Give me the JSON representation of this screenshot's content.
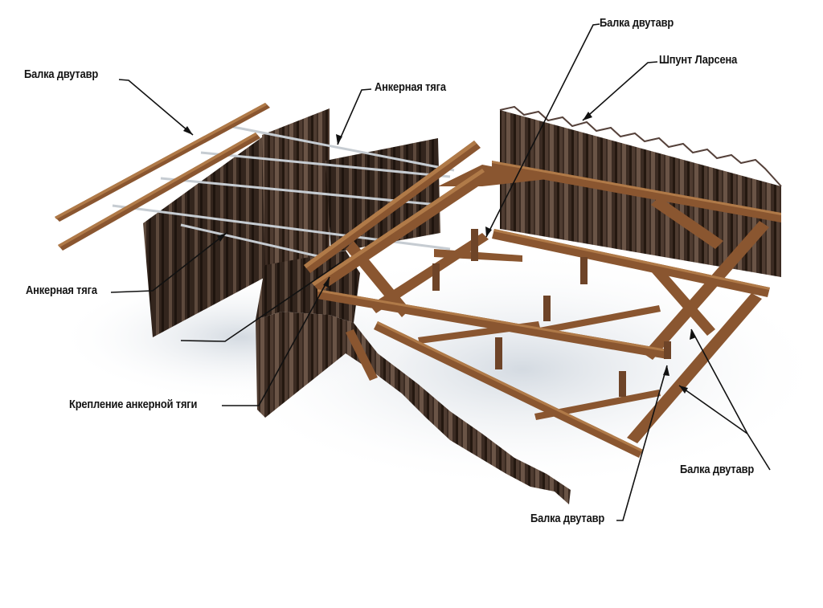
{
  "labels": {
    "beam_top_left": "Балка двутавр",
    "tie_rod_top": "Анкерная тяга",
    "beam_top_center": "Балка двутавр",
    "sheet_pile_larsen": "Шпунт Ларсена",
    "tie_rod_left": "Анкерная тяга",
    "tie_rod_fastening": "Крепление анкерной тяги",
    "beam_bottom_right": "Балка двутавр",
    "beam_bottom_center": "Балка двутавр"
  },
  "colors": {
    "steel_dark": "#3a2a22",
    "steel_light": "#5a463b",
    "beam_wood": "#8a5630",
    "beam_highlight": "#b07a48",
    "rod": "#c9ced3",
    "leader": "#111111",
    "shadow": "#d8dde3"
  }
}
